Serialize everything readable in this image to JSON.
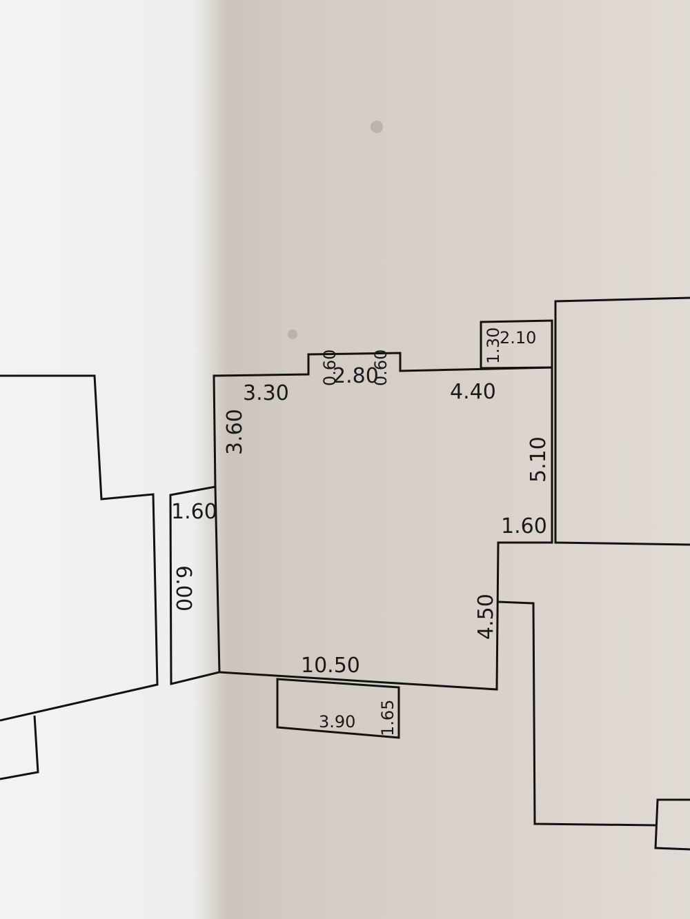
{
  "floor_plan": {
    "dimensions": {
      "top_left": "3.30",
      "niche_left": "0.60",
      "niche_width": "2.80",
      "niche_right": "0.60",
      "top_right": "4.40",
      "box_height": "1.30",
      "box_width": "2.10",
      "left_wall": "3.60",
      "right_wall": "5.10",
      "corridor_width": "1.60",
      "corridor_length": "6.00",
      "step_right": "1.60",
      "lower_right_wall": "4.50",
      "bottom_wall": "10.50",
      "balcony_width": "3.90",
      "balcony_depth": "1.65"
    }
  }
}
